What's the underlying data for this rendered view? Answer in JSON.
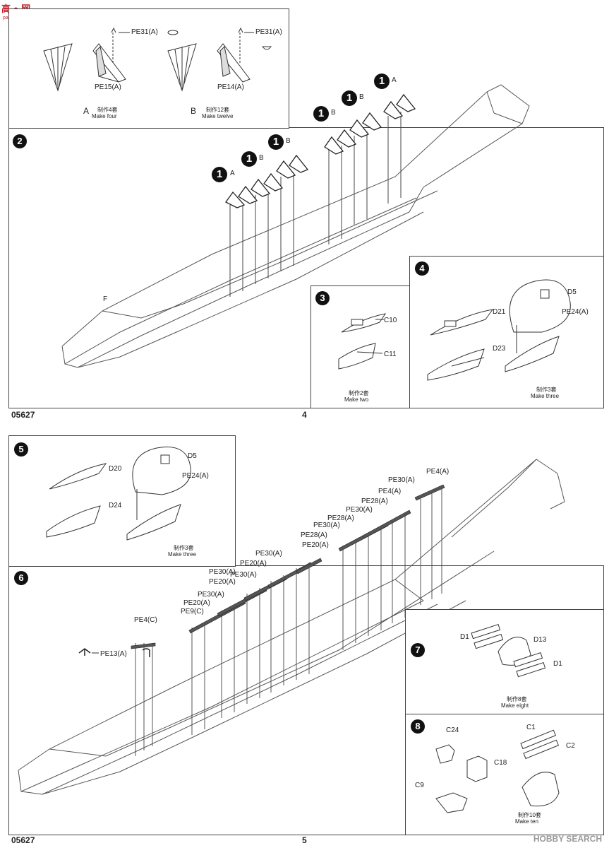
{
  "watermark_top": {
    "logo": "高 ● 网",
    "url": "pacnshou.com"
  },
  "watermark_bottom": "HOBBY SEARCH",
  "page4": {
    "code": "05627",
    "page_number": "4",
    "box_a": {
      "parts": [
        "PE31(A)",
        "PE15(A)"
      ],
      "letter": "A",
      "cn": "制作4套",
      "en": "Make four"
    },
    "box_b": {
      "parts": [
        "PE31(A)",
        "PE14(A)"
      ],
      "letter": "B",
      "cn": "制作12套",
      "en": "Make twelve"
    },
    "step2": {
      "step": "2",
      "label_f": "F",
      "callouts": [
        {
          "num": "1",
          "letter": "A"
        },
        {
          "num": "1",
          "letter": "B"
        },
        {
          "num": "1",
          "letter": "B"
        },
        {
          "num": "1",
          "letter": "B"
        },
        {
          "num": "1",
          "letter": "B"
        },
        {
          "num": "1",
          "letter": "A"
        }
      ]
    },
    "step3": {
      "step": "3",
      "parts": [
        "C10",
        "C11"
      ],
      "cn": "制作2套",
      "en": "Make two"
    },
    "step4": {
      "step": "4",
      "parts": [
        "D21",
        "D23",
        "D5",
        "PE24(A)"
      ],
      "cn": "制作3套",
      "en": "Make three"
    }
  },
  "page5": {
    "code": "05627",
    "page_number": "5",
    "step5": {
      "step": "5",
      "parts": [
        "D20",
        "D24",
        "D5",
        "PE24(A)"
      ],
      "cn": "制作3套",
      "en": "Make three"
    },
    "step6": {
      "step": "6",
      "labels": [
        "PE30(A)",
        "PE4(A)",
        "PE30(A)",
        "PE4(A)",
        "PE28(A)",
        "PE30(A)",
        "PE28(A)",
        "PE30(A)",
        "PE28(A)",
        "PE20(A)",
        "PE30(A)",
        "PE20(A)",
        "PE30(A)",
        "PE20(A)",
        "PE30(A)",
        "PE20(A)",
        "PE9(C)",
        "PE4(C)",
        "PE13(A)"
      ]
    },
    "step7": {
      "step": "7",
      "parts": [
        "D1",
        "D13",
        "D1"
      ],
      "cn": "制作8套",
      "en": "Make eight"
    },
    "step8": {
      "step": "8",
      "parts": [
        "C24",
        "C1",
        "C2",
        "C18",
        "C9"
      ],
      "cn": "制作10套",
      "en": "Make ten"
    }
  }
}
